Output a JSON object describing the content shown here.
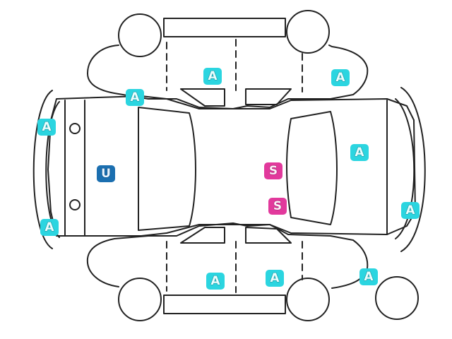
{
  "colors": {
    "A": "#2bd5e0",
    "S": "#e2399c",
    "U": "#1b6fb0",
    "outline": "#222222"
  },
  "markers": [
    {
      "id": "rear-top-quarter",
      "code": "A"
    },
    {
      "id": "rear-top-door",
      "code": "A"
    },
    {
      "id": "front-top-fender",
      "code": "A"
    },
    {
      "id": "roof-rear-left",
      "code": "A"
    },
    {
      "id": "rear-bumper-upper",
      "code": "A"
    },
    {
      "id": "rear-bumper-lower",
      "code": "A"
    },
    {
      "id": "trunk-lid",
      "code": "U"
    },
    {
      "id": "roof-center-upper",
      "code": "S"
    },
    {
      "id": "roof-center-lower",
      "code": "S"
    },
    {
      "id": "hood",
      "code": "A"
    },
    {
      "id": "front-bumper",
      "code": "A"
    },
    {
      "id": "rear-bottom-quarter",
      "code": "A"
    },
    {
      "id": "rear-bottom-door",
      "code": "A"
    },
    {
      "id": "front-bottom-fender",
      "code": "A"
    }
  ]
}
